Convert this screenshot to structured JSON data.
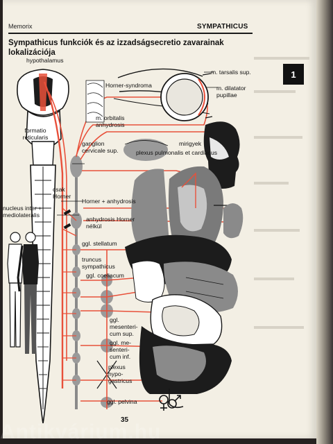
{
  "header": {
    "book": "Memorix",
    "section": "SYMPATHICUS",
    "tab_number": "1"
  },
  "title": "Sympathicus funkciók és az izzadságsecretio zavarainak lokalizációja",
  "labels": {
    "hypothalamus": "hypothalamus",
    "m_tarsalis": "m. tarsalis sup.",
    "horner_syndroma": "Horner-syndroma",
    "m_dilatator": "m. dilatator pupillae",
    "formatio": "formatio reticularis",
    "m_orbitalis": "m. orbitalis anhydrosis",
    "ganglion_cervicale": "ganglion cervicale sup.",
    "mirigyek": "mirigyek",
    "plexus_pulm": "plexus pulmonalis et cardiacus",
    "csak_horner": "csak Horner",
    "horner_anhydrosis": "Horner + anhydrosis",
    "nucleus": "nucleus inter + mediolateralis",
    "anhydrosis_nelkul": "anhydrosis Horner nélkül",
    "ggl_stellatum": "ggl. stellatum",
    "truncus": "truncus sympathicus",
    "ggl_coeliacum": "ggl. coeliacum",
    "ggl_mes_sup": "ggl. mesenteri-cum sup.",
    "ggl_mes_inf": "ggl. me-senteri-cum inf.",
    "plexus_hypo": "plexus hypo-gastricus",
    "ggl_pelvina": "ggl. pelvina"
  },
  "page_number": "35",
  "watermark": "Antikvárium.hu",
  "colors": {
    "paper": "#f3efe4",
    "nerve": "#e8503a",
    "ink": "#161616",
    "organ_gray": "#8a8a8a"
  },
  "icons": [
    "male-symbol-icon",
    "female-symbol-icon"
  ]
}
